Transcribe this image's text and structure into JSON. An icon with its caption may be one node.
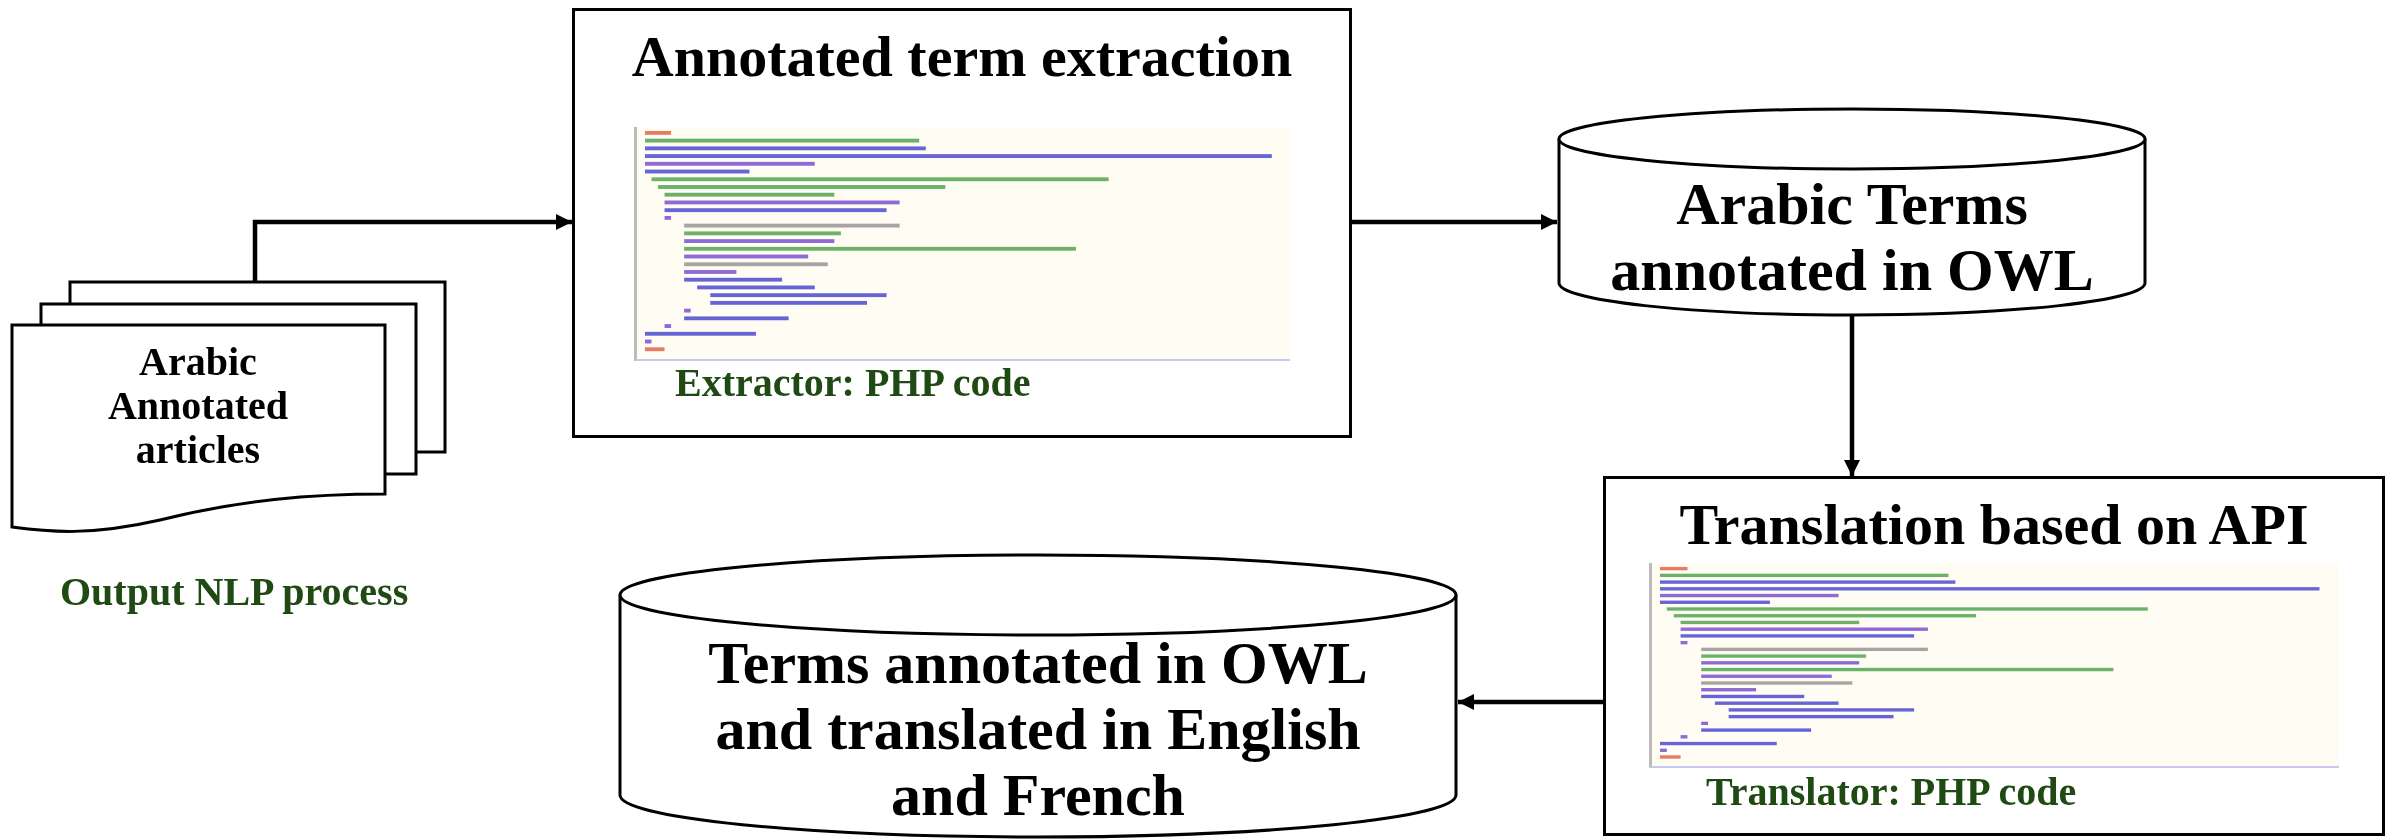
{
  "diagram": {
    "nodes": [
      {
        "text": [
          "Arabic Annotated articles"
        ],
        "beside": [
          "Output NLP process"
        ]
      },
      {
        "text": [
          "Annotated term extraction",
          "Extractor: PHP code"
        ]
      },
      {
        "text": [
          "Arabic Terms annotated in OWL"
        ]
      },
      {
        "text": [
          "Translation based on API",
          "Translator: PHP code"
        ]
      },
      {
        "text": [
          "Terms annotated in OWL and translated in English and French"
        ]
      }
    ],
    "edges": [
      {
        "from": 0,
        "to": 1,
        "arrow": "to"
      },
      {
        "from": 1,
        "to": 2,
        "arrow": "to"
      },
      {
        "from": 2,
        "to": 3,
        "arrow": "to"
      },
      {
        "from": 3,
        "to": 4,
        "arrow": "to"
      }
    ]
  }
}
